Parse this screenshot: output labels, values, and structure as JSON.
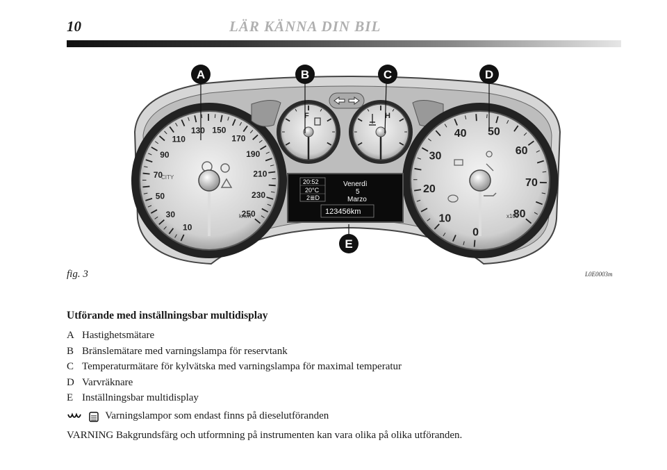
{
  "header": {
    "page_number": "10",
    "running_head": "LÄR KÄNNA DIN BIL"
  },
  "figure": {
    "caption": "fig. 3",
    "code": "L0E0003m",
    "callouts": [
      "A",
      "B",
      "C",
      "D",
      "E"
    ],
    "speedometer": {
      "labels": [
        "10",
        "30",
        "50",
        "70",
        "90",
        "110",
        "130",
        "150",
        "170",
        "190",
        "210",
        "230",
        "250"
      ],
      "unit": "km/h",
      "city_label": "CITY"
    },
    "fuel_gauge": {
      "full_label": "F"
    },
    "temp_gauge": {
      "hot_label": "H"
    },
    "tachometer": {
      "labels": [
        "0",
        "10",
        "20",
        "30",
        "40",
        "50",
        "60",
        "70",
        "80"
      ],
      "unit": "x100"
    },
    "display": {
      "time": "20:52",
      "temperature": "20°C",
      "gear": "2≣D",
      "day": "Venerdì",
      "date": "5",
      "month": "Marzo",
      "odometer": "123456km"
    }
  },
  "body": {
    "heading": "Utförande med inställningsbar multidisplay",
    "legend": [
      {
        "letter": "A",
        "text": "Hastighetsmätare"
      },
      {
        "letter": "B",
        "text": "Bränslemätare med varningslampa för reservtank"
      },
      {
        "letter": "C",
        "text": "Temperaturmätare för kylvätska med varningslampa för maximal temperatur"
      },
      {
        "letter": "D",
        "text": "Varvräknare"
      },
      {
        "letter": "E",
        "text": "Inställningsbar multidisplay"
      }
    ],
    "diesel_note": "Varningslampor som endast finns på dieselutföranden",
    "warning_note": "VARNING Bakgrundsfärg och utformning på instrumenten kan vara olika på olika utföranden."
  }
}
